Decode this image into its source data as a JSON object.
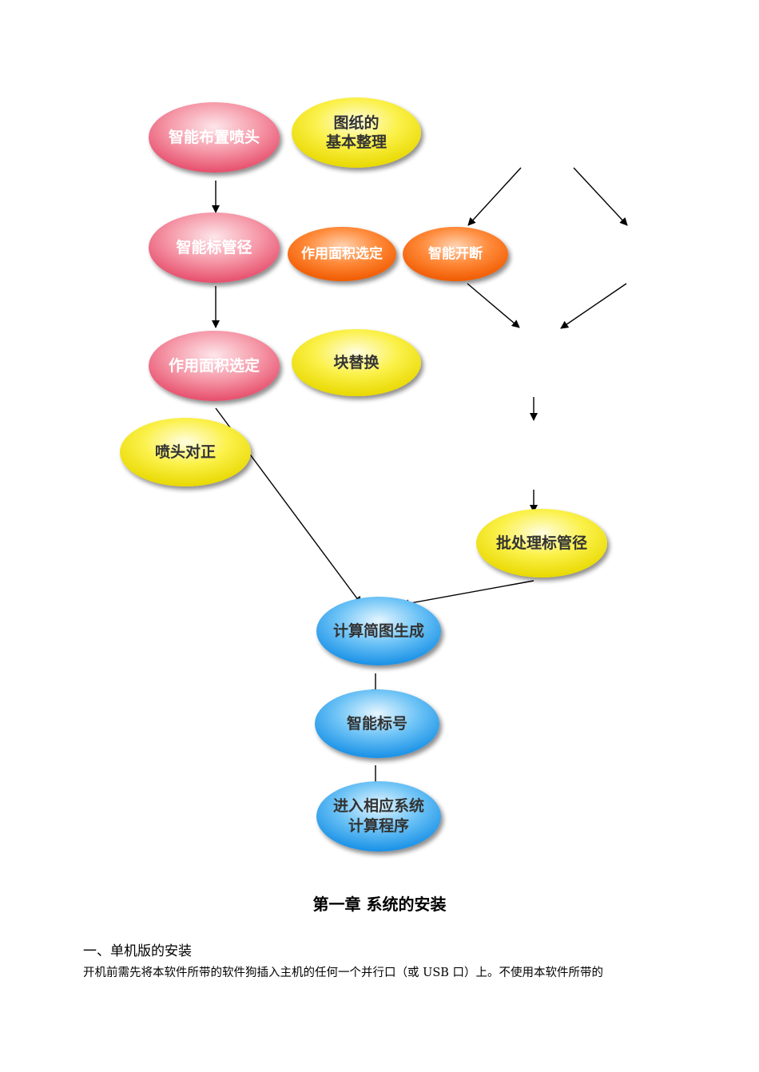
{
  "colors": {
    "pink": "#f07088",
    "yellow": "#f5e800",
    "orange": "#ff6a10",
    "blue": "#2aa0f0"
  },
  "nodes": {
    "n1": {
      "lines": [
        "智能布置喷头"
      ]
    },
    "n2": {
      "lines": [
        "图纸的",
        "基本整理"
      ]
    },
    "n3": {
      "lines": [
        "智能标管径"
      ]
    },
    "n4": {
      "lines": [
        "作用面积选定"
      ]
    },
    "n5": {
      "lines": [
        "智能开断"
      ]
    },
    "n6": {
      "lines": [
        "作用面积选定"
      ]
    },
    "n7": {
      "lines": [
        "块替换"
      ]
    },
    "n8": {
      "lines": [
        "喷头对正"
      ]
    },
    "n9": {
      "lines": [
        "批处理标管径"
      ]
    },
    "n10": {
      "lines": [
        "计算简图生成"
      ]
    },
    "n11": {
      "lines": [
        "智能标号"
      ]
    },
    "n12": {
      "lines": [
        "进入相应系统",
        "计算程序"
      ]
    }
  },
  "chapter_title": "第一章  系统的安装",
  "section_heading": "一、单机版的安装",
  "body_text": "开机前需先将本软件所带的软件狗插入主机的任何一个并行口（或 USB 口）上。不使用本软件所带的"
}
